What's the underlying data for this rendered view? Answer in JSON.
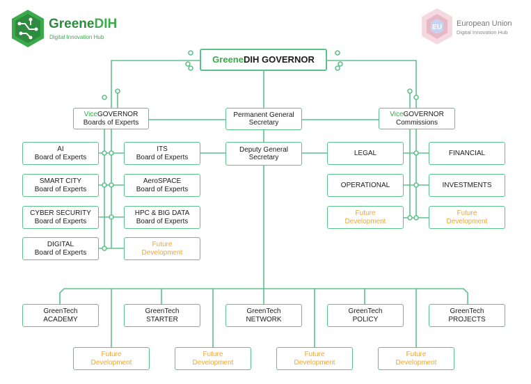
{
  "header": {
    "left_logo": {
      "brand_part1": "Greene",
      "brand_part2": "DIH",
      "subtitle": "Digital Innovation Hub",
      "icon": "circuit-hexagon-icon"
    },
    "right_logo": {
      "line1": "European Union",
      "line2": "Digital Innovation Hub",
      "badge": "EU",
      "icon": "eu-hexagon-logo"
    }
  },
  "governor": {
    "prefix": "Greene",
    "suffix": "DIH GOVERNOR"
  },
  "vice_left": {
    "prefix": "Vice",
    "suffix": "GOVERNOR",
    "line2": "Boards of Experts"
  },
  "vice_right": {
    "prefix": "Vice",
    "suffix": "GOVERNOR",
    "line2": "Commissions"
  },
  "perm_secretary": {
    "line1": "Permanent General",
    "line2": "Secretary"
  },
  "deputy_secretary": {
    "line1": "Deputy General",
    "line2": "Secretary"
  },
  "boards": {
    "ai": {
      "line1": "AI",
      "line2": "Board of Experts"
    },
    "its": {
      "line1": "ITS",
      "line2": "Board of Experts"
    },
    "smart_city": {
      "line1": "SMART CITY",
      "line2": "Board of Experts"
    },
    "aerospace": {
      "line1": "AeroSPACE",
      "line2": "Board of Experts"
    },
    "cyber": {
      "line1": "CYBER SECURITY",
      "line2": "Board of Experts"
    },
    "hpc": {
      "line1": "HPC & BIG DATA",
      "line2": "Board of Experts"
    },
    "digital": {
      "line1": "DIGITAL",
      "line2": "Board of Experts"
    },
    "future": {
      "line1": "Future",
      "line2": "Development"
    }
  },
  "commissions": {
    "legal": "LEGAL",
    "financial": "FINANCIAL",
    "operational": "OPERATIONAL",
    "investments": "INVESTMENTS",
    "future_a": {
      "line1": "Future",
      "line2": "Development"
    },
    "future_b": {
      "line1": "Future",
      "line2": "Development"
    }
  },
  "units": [
    {
      "line1": "GreenTech",
      "line2": "ACADEMY"
    },
    {
      "line1": "GreenTech",
      "line2": "STARTER"
    },
    {
      "line1": "GreenTech",
      "line2": "NETWORK"
    },
    {
      "line1": "GreenTech",
      "line2": "POLICY"
    },
    {
      "line1": "GreenTech",
      "line2": "PROJECTS"
    }
  ],
  "unit_futures": [
    {
      "line1": "Future",
      "line2": "Development"
    },
    {
      "line1": "Future",
      "line2": "Development"
    },
    {
      "line1": "Future",
      "line2": "Development"
    },
    {
      "line1": "Future",
      "line2": "Development"
    }
  ],
  "colors": {
    "line": "#5cc28a",
    "brand_green": "#3aaa4a",
    "future_orange": "#f0a531"
  }
}
